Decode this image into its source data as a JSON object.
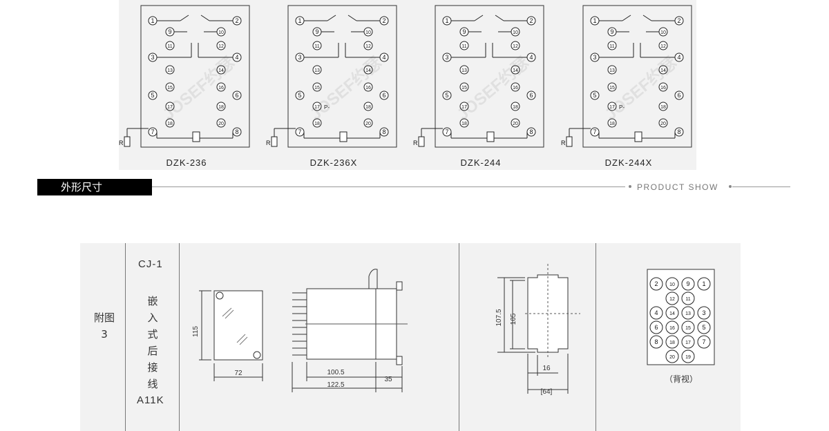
{
  "wiring": {
    "models": [
      "DZK-236",
      "DZK-236X",
      "DZK-244",
      "DZK-244X"
    ],
    "resistor_label": "R",
    "pressure_label": "P-",
    "watermark": "JOSEF约瑟",
    "terminals": [
      "1",
      "2",
      "3",
      "4",
      "5",
      "6",
      "7",
      "8",
      "9",
      "10",
      "11",
      "12",
      "13",
      "14",
      "15",
      "16",
      "17",
      "18",
      "20"
    ]
  },
  "section": {
    "title": "外形尺寸",
    "subtitle": "PRODUCT SHOW"
  },
  "dimensions": {
    "appendix_label": "附图3",
    "model_code": "CJ-1",
    "mount_desc": "嵌入式后接线",
    "mount_code": "A11K",
    "front": {
      "width": "72",
      "height": "115"
    },
    "side": {
      "body_len": "100.5",
      "total_len": "122.5",
      "terminal": "35"
    },
    "cutout": {
      "outer_h": "107.5",
      "inner_h": "105",
      "depth": "16",
      "bracket": "[64]"
    },
    "back_view": {
      "caption": "（背视）",
      "rows": [
        [
          "2",
          "10",
          "9",
          "1"
        ],
        [
          "",
          "12",
          "11",
          ""
        ],
        [
          "4",
          "14",
          "13",
          "3"
        ],
        [
          "6",
          "16",
          "15",
          "5"
        ],
        [
          "8",
          "18",
          "17",
          "7"
        ],
        [
          "",
          "20",
          "19",
          ""
        ]
      ]
    }
  }
}
